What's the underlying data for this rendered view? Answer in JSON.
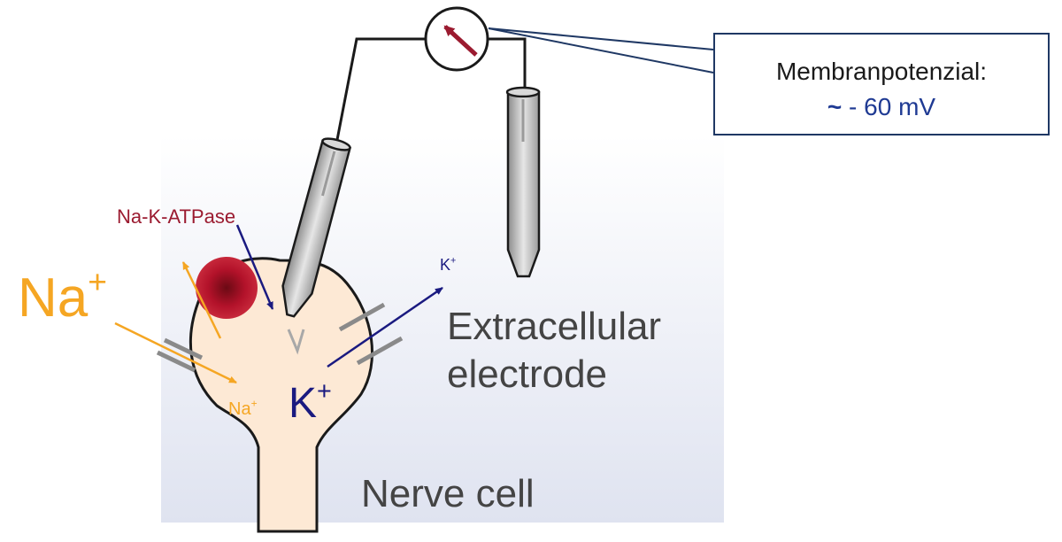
{
  "callout": {
    "title": "Membranpotenzial:",
    "approx_symbol": "~",
    "value": "- 60 mV"
  },
  "labels": {
    "na_k_atpase": "Na-K-ATPase",
    "na_outside": {
      "base": "Na",
      "sup": "+"
    },
    "na_inside": {
      "base": "Na",
      "sup": "+"
    },
    "k_inside": {
      "base": "K",
      "sup": "+"
    },
    "k_outside": {
      "base": "K",
      "sup": "+"
    },
    "electrode": [
      "Extracellular",
      "electrode"
    ],
    "cell": "Nerve cell"
  },
  "colors": {
    "sodium": "#f5a623",
    "potassium": "#1a1a80",
    "pump": "#9b1b30",
    "cell_fill": "#fde9d5",
    "wire": "#1a1a1a",
    "callout_border": "#1f3864"
  }
}
